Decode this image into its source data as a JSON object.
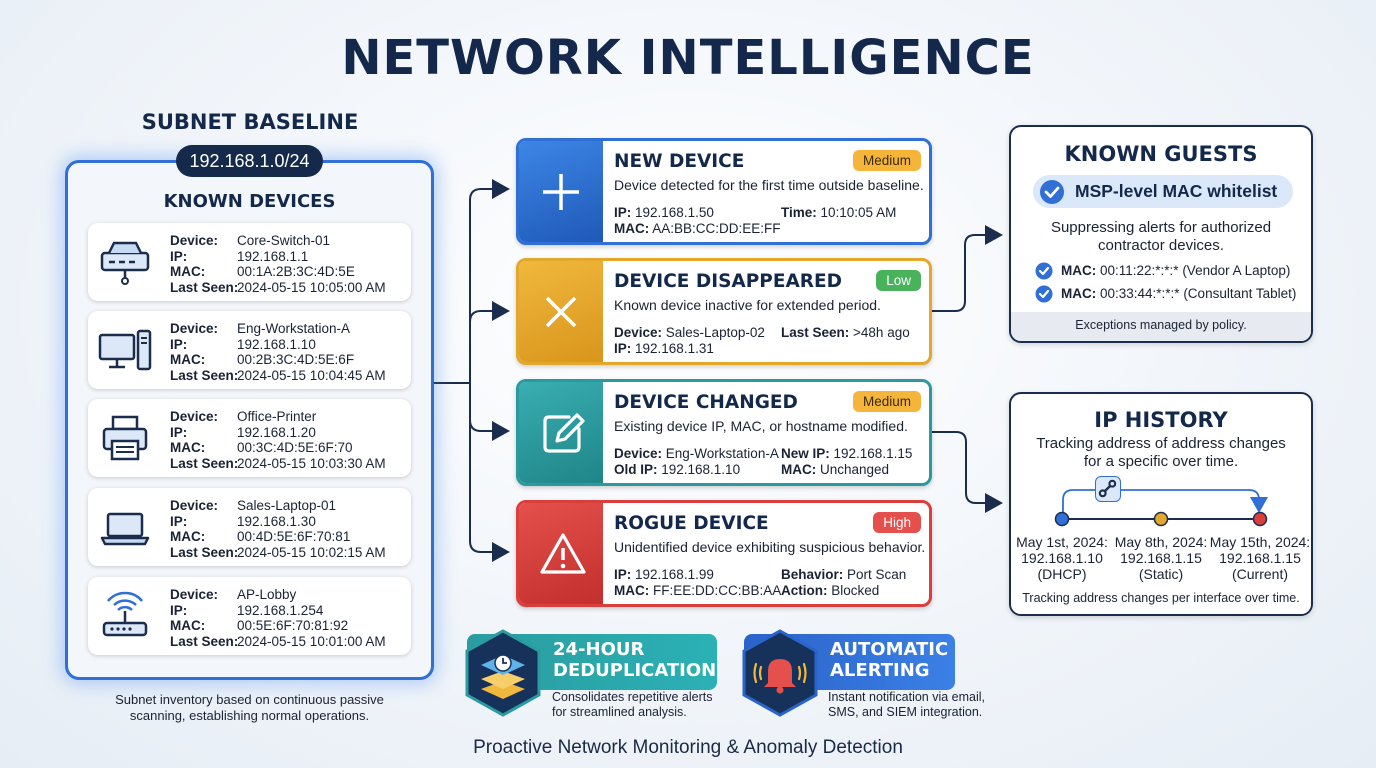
{
  "title": "NETWORK INTELLIGENCE",
  "footer": "Proactive Network Monitoring & Anomaly Detection",
  "subnet": {
    "heading": "SUBNET BASELINE",
    "cidr": "192.168.1.0/24",
    "known_title": "KNOWN DEVICES",
    "caption_line1": "Subnet inventory based on continuous passive",
    "caption_line2": "scanning, establishing normal operations.",
    "field_labels": {
      "device": "Device:",
      "ip": "IP:",
      "mac": "MAC:",
      "last_seen": "Last Seen:"
    },
    "devices": [
      {
        "icon": "switch-icon",
        "name": "Core-Switch-01",
        "ip": "192.168.1.1",
        "mac": "00:1A:2B:3C:4D:5E",
        "last_seen": "2024-05-15 10:05:00 AM"
      },
      {
        "icon": "workstation-icon",
        "name": "Eng-Workstation-A",
        "ip": "192.168.1.10",
        "mac": "00:2B:3C:4D:5E:6F",
        "last_seen": "2024-05-15 10:04:45 AM"
      },
      {
        "icon": "printer-icon",
        "name": "Office-Printer",
        "ip": "192.168.1.20",
        "mac": "00:3C:4D:5E:6F:70",
        "last_seen": "2024-05-15 10:03:30 AM"
      },
      {
        "icon": "laptop-icon",
        "name": "Sales-Laptop-01",
        "ip": "192.168.1.30",
        "mac": "00:4D:5E:6F:70:81",
        "last_seen": "2024-05-15 10:02:15 AM"
      },
      {
        "icon": "access-point-icon",
        "name": "AP-Lobby",
        "ip": "192.168.1.254",
        "mac": "00:5E:6F:70:81:92",
        "last_seen": "2024-05-15 10:01:00 AM"
      }
    ]
  },
  "alerts": {
    "new": {
      "title": "NEW DEVICE",
      "badge": "Medium",
      "desc": "Device detected for the first time outside baseline.",
      "f1k": "IP:",
      "f1v": " 192.168.1.50",
      "f2k": "Time:",
      "f2v": " 10:10:05 AM",
      "f3k": "MAC:",
      "f3v": " AA:BB:CC:DD:EE:FF",
      "color": "#2f6fd6"
    },
    "disappeared": {
      "title": "DEVICE DISAPPEARED",
      "badge": "Low",
      "desc": "Known device inactive for extended period.",
      "f1k": "Device:",
      "f1v": " Sales-Laptop-02",
      "f2k": "Last Seen:",
      "f2v": " >48h ago",
      "f3k": "IP:",
      "f3v": " 192.168.1.31",
      "color": "#e3a72b"
    },
    "changed": {
      "title": "DEVICE CHANGED",
      "badge": "Medium",
      "desc": "Existing device IP, MAC, or hostname modified.",
      "f1k": "Device:",
      "f1v": " Eng-Workstation-A",
      "f2k": "New IP:",
      "f2v": " 192.168.1.15",
      "f3k": "Old IP:",
      "f3v": " 192.168.1.10",
      "f4k": "MAC:",
      "f4v": " Unchanged",
      "color": "#2b9a9e"
    },
    "rogue": {
      "title": "ROGUE DEVICE",
      "badge": "High",
      "desc": "Unidentified device exhibiting suspicious behavior.",
      "f1k": "IP:",
      "f1v": " 192.168.1.99",
      "f2k": "Behavior:",
      "f2v": " Port Scan",
      "f3k": "MAC:",
      "f3v": " FF:EE:DD:CC:BB:AA",
      "f4k": "Action:",
      "f4v": " Blocked",
      "color": "#d9403d"
    }
  },
  "guests": {
    "title": "KNOWN GUESTS",
    "whitelist": "MSP-level MAC whitelist",
    "desc1": "Suppressing alerts for authorized",
    "desc2": "contractor devices.",
    "items": [
      {
        "k": "MAC:",
        "v": " 00:11:22:*:*:* (Vendor A Laptop)"
      },
      {
        "k": "MAC:",
        "v": " 00:33:44:*:*:* (Consultant Tablet)"
      }
    ],
    "footer": "Exceptions managed by policy."
  },
  "ip_history": {
    "title": "IP HISTORY",
    "desc1": "Tracking address of address changes",
    "desc2": "for a specific over time.",
    "points": [
      {
        "date": "May 1st, 2024:",
        "ip": "192.168.1.10",
        "note": "(DHCP)",
        "color": "#2f6fd6"
      },
      {
        "date": "May 8th, 2024:",
        "ip": "192.168.1.15",
        "note": "(Static)",
        "color": "#e3a72b"
      },
      {
        "date": "May 15th, 2024:",
        "ip": "192.168.1.15",
        "note": "(Current)",
        "color": "#d9403d"
      }
    ],
    "footer": "Tracking address changes per interface over time."
  },
  "features": {
    "dedup": {
      "line1": "24-HOUR",
      "line2": "DEDUPLICATION",
      "desc1": "Consolidates repetitive alerts",
      "desc2": "for streamlined analysis."
    },
    "alerting": {
      "line1": "AUTOMATIC",
      "line2": "ALERTING",
      "desc1": "Instant notification via email,",
      "desc2": "SMS, and SIEM integration."
    }
  }
}
